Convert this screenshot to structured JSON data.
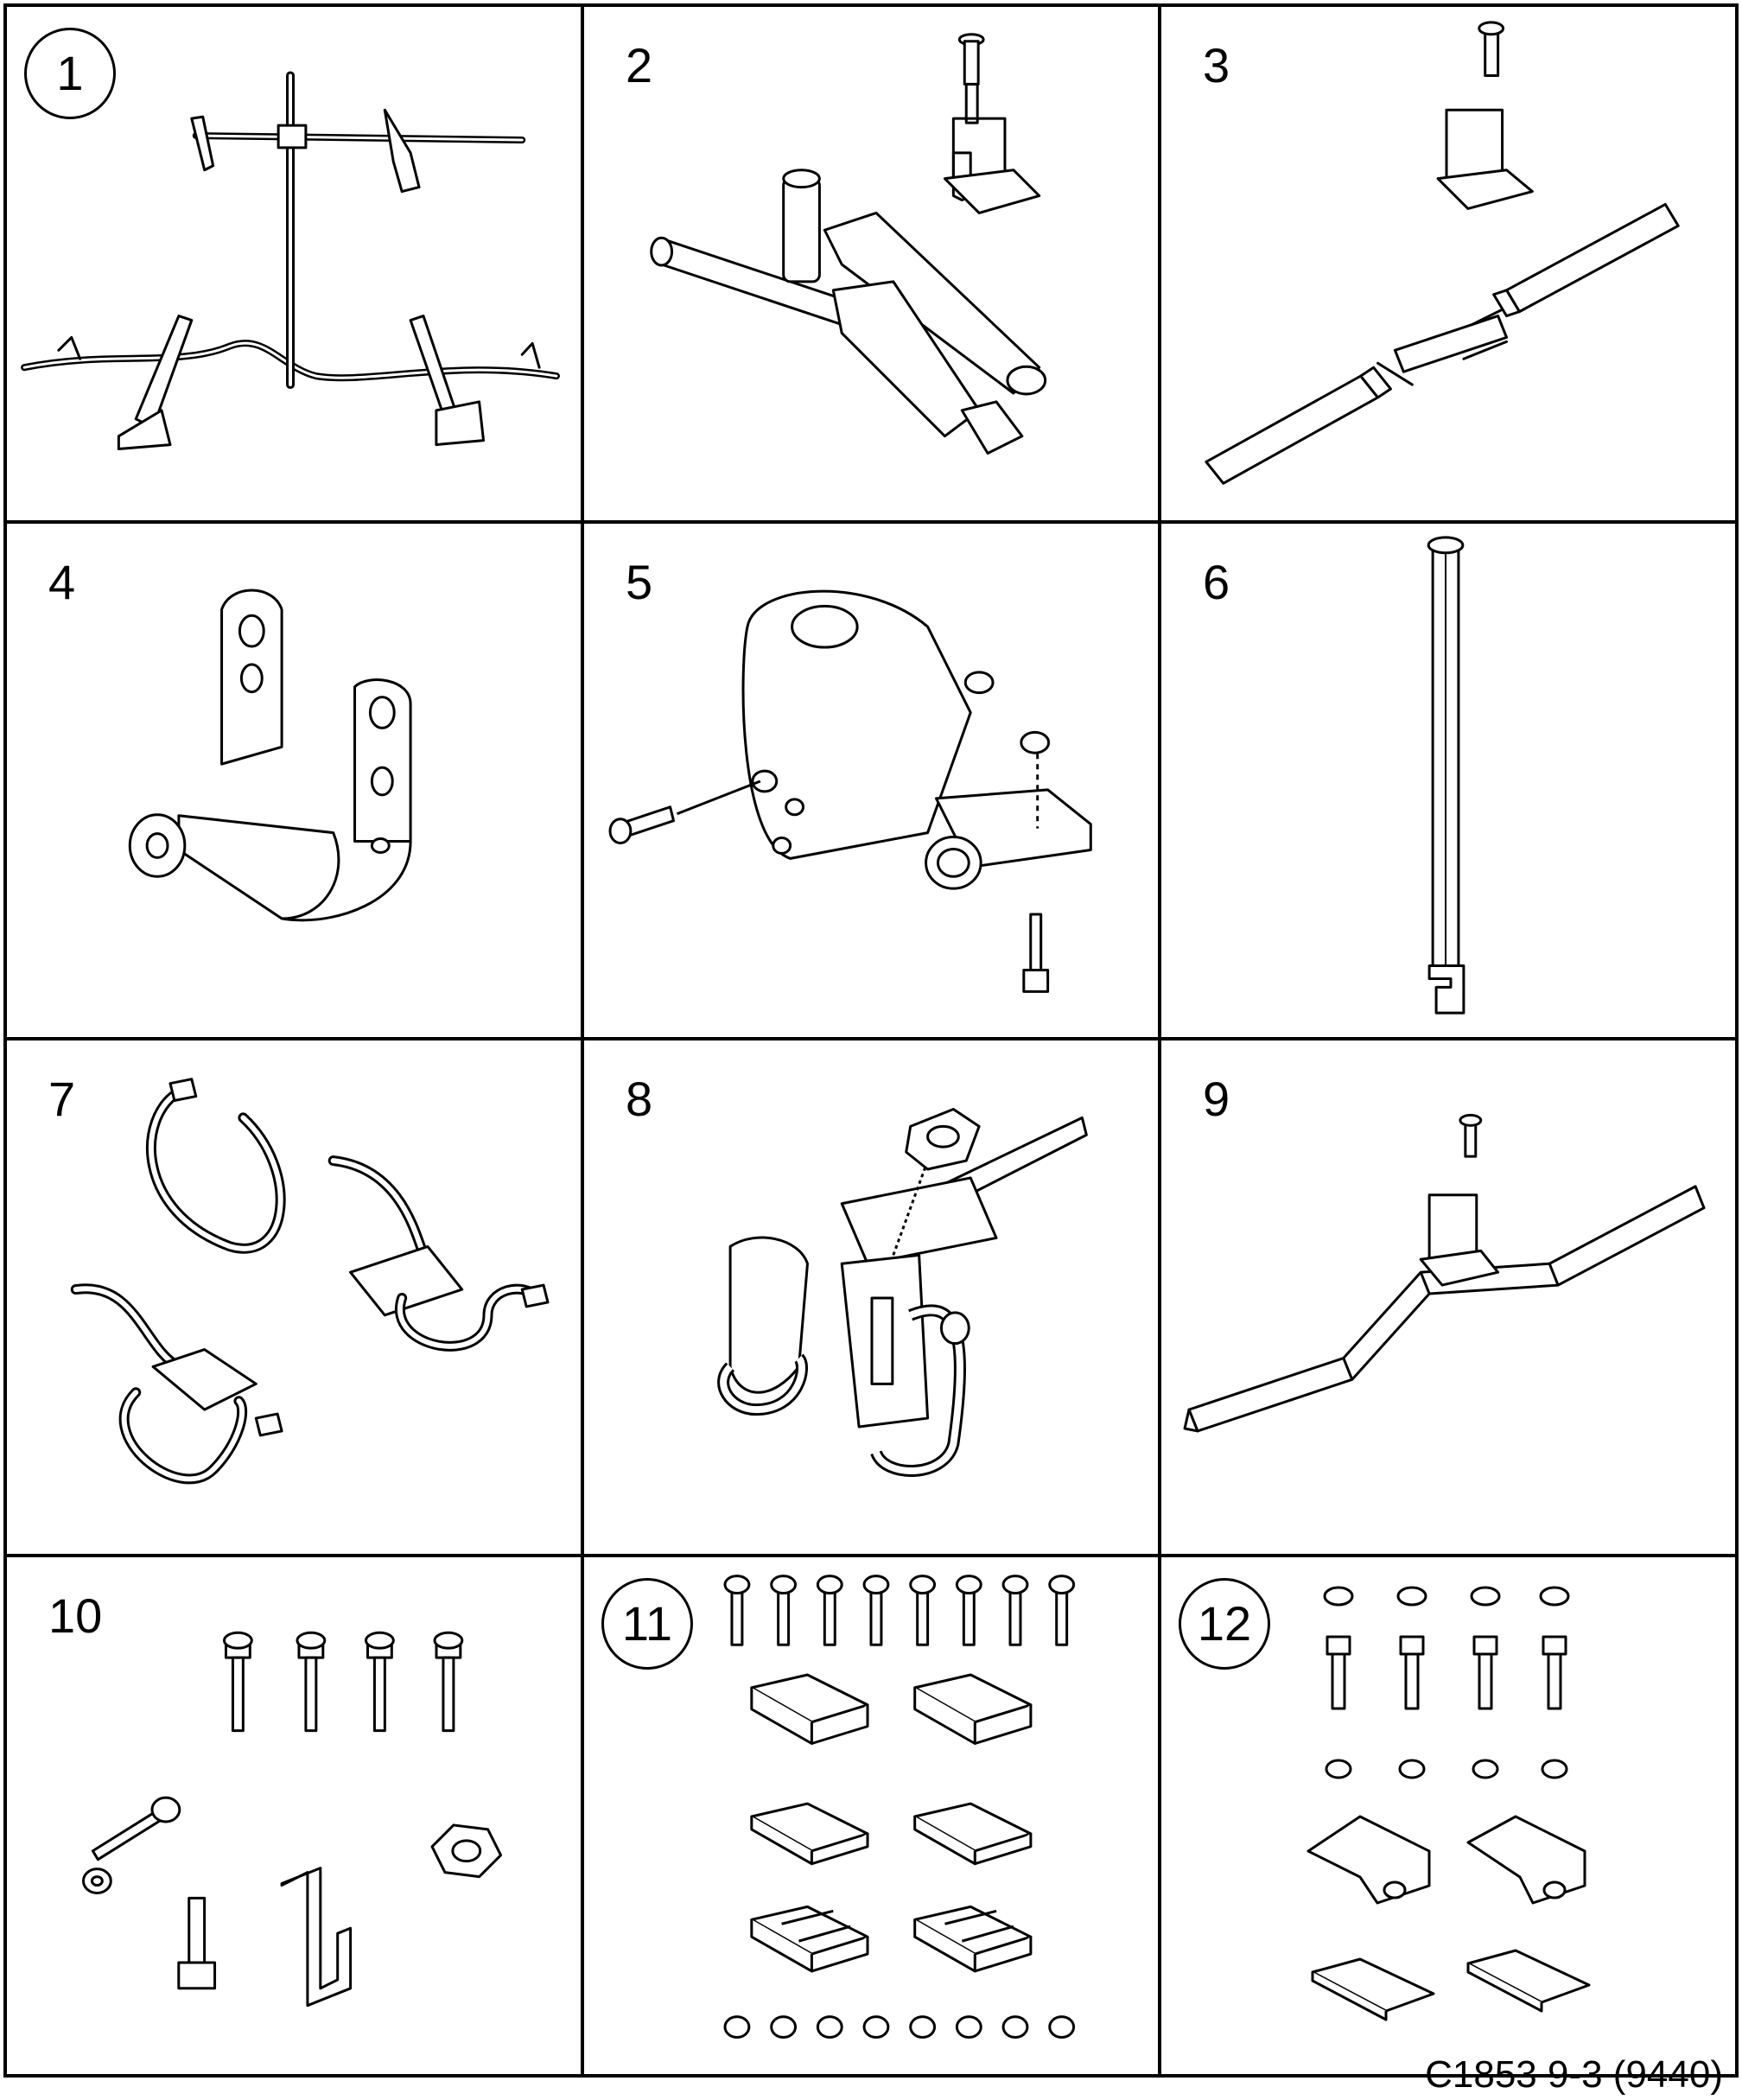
{
  "panels": [
    {
      "number": "1",
      "circled": true,
      "icon": "bike-rack-assembly-icon"
    },
    {
      "number": "2",
      "circled": false,
      "icon": "clamp-with-bracket-icon"
    },
    {
      "number": "3",
      "circled": false,
      "icon": "crossbar-tube-icon"
    },
    {
      "number": "4",
      "circled": false,
      "icon": "fork-holder-icon"
    },
    {
      "number": "5",
      "circled": false,
      "icon": "joint-housing-icon"
    },
    {
      "number": "6",
      "circled": false,
      "icon": "upright-bar-icon"
    },
    {
      "number": "7",
      "circled": false,
      "icon": "wheel-straps-icon"
    },
    {
      "number": "8",
      "circled": false,
      "icon": "frame-clamp-icon"
    },
    {
      "number": "9",
      "circled": false,
      "icon": "wheel-rail-icon"
    },
    {
      "number": "10",
      "circled": false,
      "icon": "screw-set-icon"
    },
    {
      "number": "11",
      "circled": true,
      "icon": "foot-pad-set-icon"
    },
    {
      "number": "12",
      "circled": true,
      "icon": "bracket-set-icon"
    }
  ],
  "reference": "C1853 9-3 (9440)"
}
